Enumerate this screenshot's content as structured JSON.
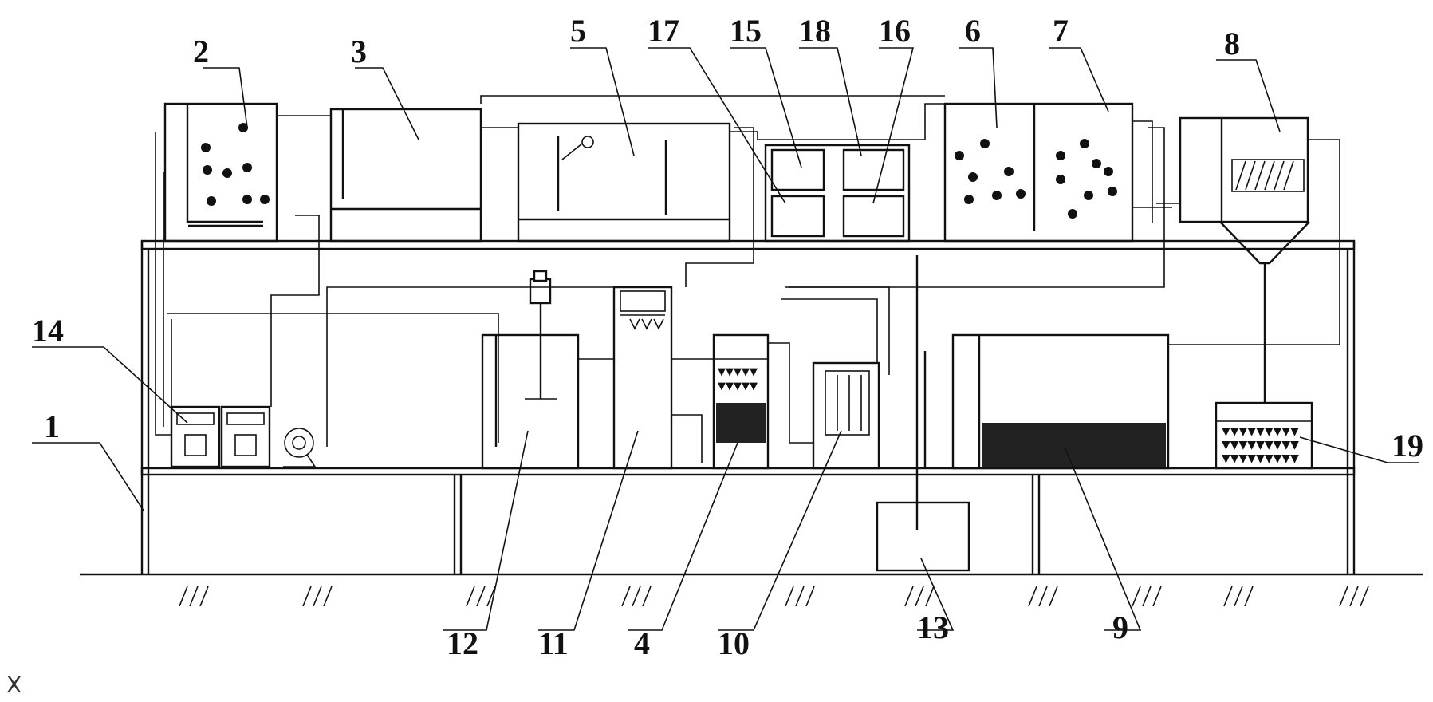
{
  "figure": {
    "labels": [
      "1",
      "2",
      "3",
      "4",
      "5",
      "6",
      "7",
      "8",
      "9",
      "10",
      "11",
      "12",
      "13",
      "14",
      "15",
      "16",
      "17",
      "18",
      "19"
    ],
    "stray_mark": "X"
  }
}
